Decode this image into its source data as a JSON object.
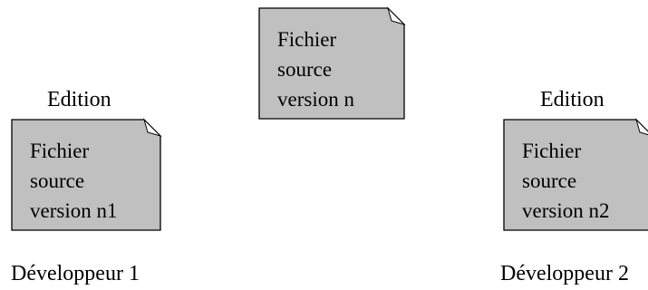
{
  "colors": {
    "document_fill": "#c0c0c0",
    "document_stroke": "#000000",
    "fold_fill": "#ffffff"
  },
  "center_document": {
    "line1": "Fichier",
    "line2": "source",
    "line3": "version n"
  },
  "left_document": {
    "header": "Edition",
    "line1": "Fichier",
    "line2": "source",
    "line3": "version n1",
    "owner": "Développeur 1"
  },
  "right_document": {
    "header": "Edition",
    "line1": "Fichier",
    "line2": "source",
    "line3": "version n2",
    "owner": "Développeur 2"
  }
}
